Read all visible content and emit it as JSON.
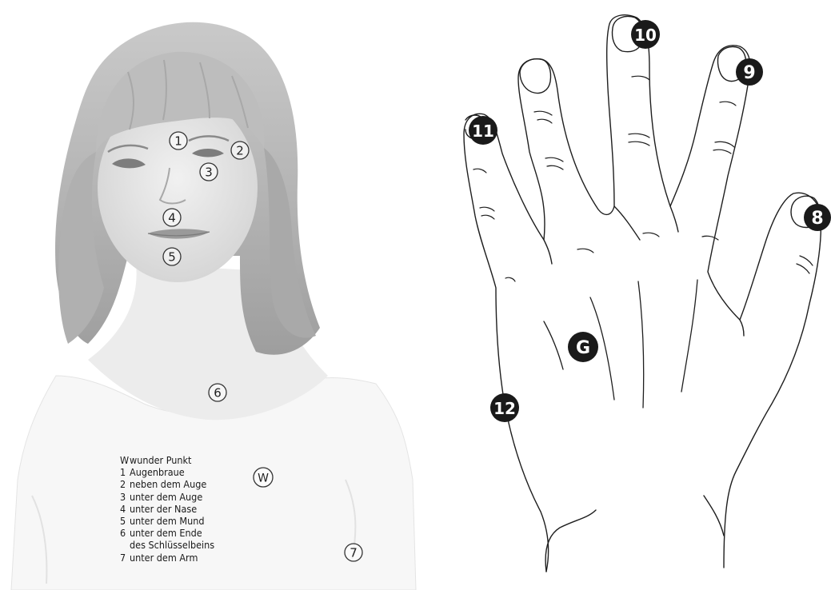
{
  "woman_points": [
    {
      "id": "1",
      "text": "1"
    },
    {
      "id": "2",
      "text": "2"
    },
    {
      "id": "3",
      "text": "3"
    },
    {
      "id": "4",
      "text": "4"
    },
    {
      "id": "5",
      "text": "5"
    },
    {
      "id": "6",
      "text": "6"
    },
    {
      "id": "7",
      "text": "7"
    },
    {
      "id": "W",
      "text": "W"
    }
  ],
  "hand_points": [
    {
      "id": "8",
      "text": "8"
    },
    {
      "id": "9",
      "text": "9"
    },
    {
      "id": "10",
      "text": "10"
    },
    {
      "id": "11",
      "text": "11"
    },
    {
      "id": "12",
      "text": "12"
    },
    {
      "id": "G",
      "text": "G"
    }
  ],
  "legend": [
    {
      "key": "W",
      "label": "wunder Punkt"
    },
    {
      "key": "1",
      "label": "Augenbraue"
    },
    {
      "key": "2",
      "label": "neben dem Auge"
    },
    {
      "key": "3",
      "label": "unter dem Auge"
    },
    {
      "key": "4",
      "label": "unter der Nase"
    },
    {
      "key": "5",
      "label": "unter dem Mund"
    },
    {
      "key": "6",
      "label": "unter dem Ende"
    },
    {
      "key": "",
      "label": "des Schlüsselbeins"
    },
    {
      "key": "7",
      "label": "unter dem Arm"
    }
  ]
}
